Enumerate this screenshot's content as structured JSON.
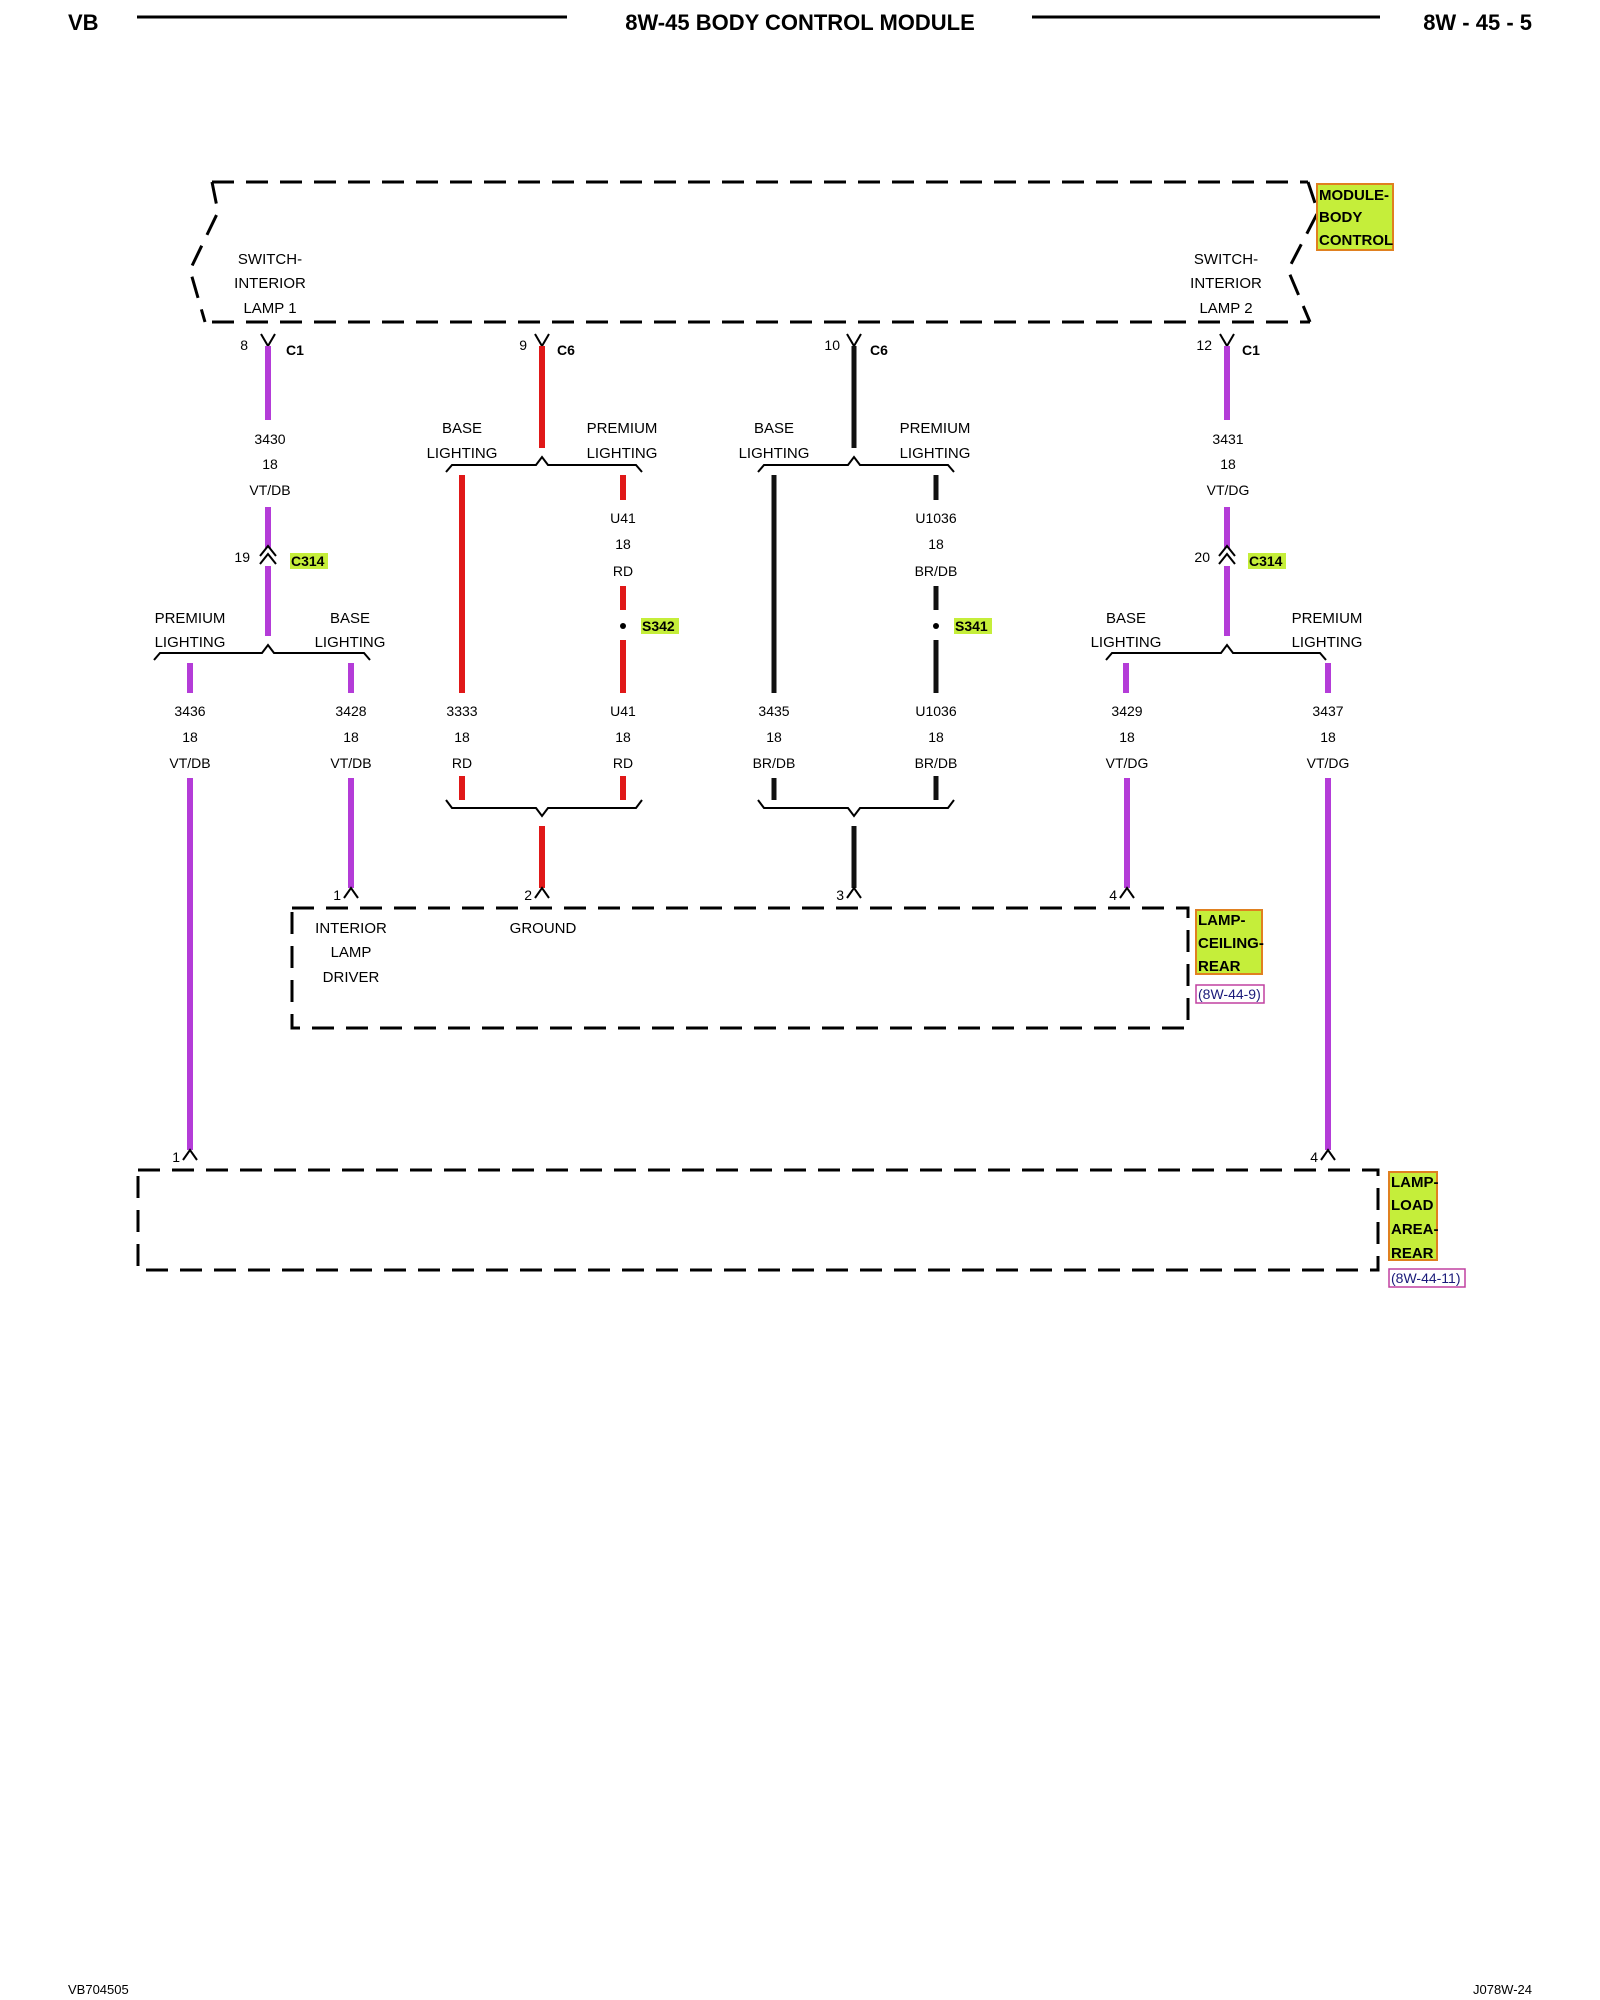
{
  "header": {
    "left": "VB",
    "title": "8W-45 BODY CONTROL MODULE",
    "right": "8W - 45 - 5"
  },
  "footer": {
    "left": "VB704505",
    "right": "J078W-24"
  },
  "colors": {
    "violet": "#b43cd8",
    "red": "#e01818",
    "black": "#111111",
    "highlight": "#c5ee3a",
    "ref": "#1a1a7a"
  },
  "modules": {
    "bcm": {
      "name": [
        "MODULE-",
        "BODY",
        "CONTROL"
      ],
      "switch1": [
        "SWITCH-",
        "INTERIOR",
        "LAMP 1"
      ],
      "switch2": [
        "SWITCH-",
        "INTERIOR",
        "LAMP 2"
      ]
    },
    "ceiling": {
      "name": [
        "LAMP-",
        "CEILING-",
        "REAR"
      ],
      "ref": "(8W-44-9)",
      "pin1": "1",
      "pin1_label": [
        "INTERIOR",
        "LAMP",
        "DRIVER"
      ],
      "pin2": "2",
      "pin2_label": "GROUND",
      "pin3": "3",
      "pin4": "4"
    },
    "load": {
      "name": [
        "LAMP-",
        "LOAD",
        "AREA-",
        "REAR"
      ],
      "ref": "(8W-44-11)",
      "pin1": "1",
      "pin4": "4"
    }
  },
  "bcm_pins": [
    {
      "pin": "8",
      "connector": "C1"
    },
    {
      "pin": "9",
      "connector": "C6"
    },
    {
      "pin": "10",
      "connector": "C6"
    },
    {
      "pin": "12",
      "connector": "C1"
    }
  ],
  "inline_connectors": [
    {
      "pin": "19",
      "name": "C314"
    },
    {
      "pin": "20",
      "name": "C314"
    }
  ],
  "splices": [
    "S342",
    "S341"
  ],
  "options": {
    "base": [
      "BASE",
      "LIGHTING"
    ],
    "premium": [
      "PREMIUM",
      "LIGHTING"
    ]
  },
  "wires": [
    {
      "circuit": "3430",
      "gauge": "18",
      "color": "VT/DB"
    },
    {
      "circuit": "3431",
      "gauge": "18",
      "color": "VT/DG"
    },
    {
      "circuit": "U41",
      "gauge": "18",
      "color": "RD"
    },
    {
      "circuit": "U1036",
      "gauge": "18",
      "color": "BR/DB"
    },
    {
      "circuit": "3436",
      "gauge": "18",
      "color": "VT/DB"
    },
    {
      "circuit": "3428",
      "gauge": "18",
      "color": "VT/DB"
    },
    {
      "circuit": "3333",
      "gauge": "18",
      "color": "RD"
    },
    {
      "circuit": "U41",
      "gauge": "18",
      "color": "RD"
    },
    {
      "circuit": "3435",
      "gauge": "18",
      "color": "BR/DB"
    },
    {
      "circuit": "U1036",
      "gauge": "18",
      "color": "BR/DB"
    },
    {
      "circuit": "3429",
      "gauge": "18",
      "color": "VT/DG"
    },
    {
      "circuit": "3437",
      "gauge": "18",
      "color": "VT/DG"
    }
  ]
}
